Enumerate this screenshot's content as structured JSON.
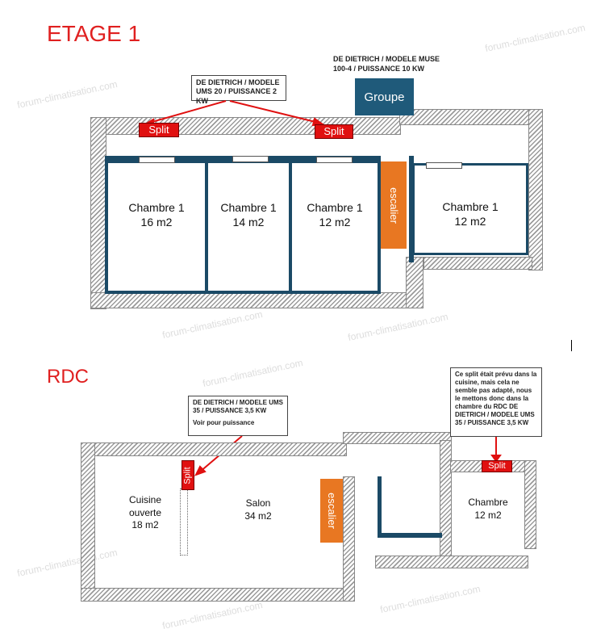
{
  "watermark": "forum-climatisation.com",
  "colors": {
    "accent_red": "#e02020",
    "wall_blue": "#1b4a66",
    "stair_orange": "#e87722",
    "groupe": "#1f5a7a"
  },
  "etage": {
    "title": "ETAGE 1",
    "groupe_label": "Groupe",
    "groupe_note": "DE DIETRICH / MODELE MUSE 100-4 / PUISSANCE 10 KW",
    "split_note": "DE DIETRICH / MODELE UMS 20 / PUISSANCE 2 KW",
    "split_label": "Split",
    "stairs": "escalier",
    "rooms": [
      {
        "name": "Chambre 1",
        "area": "16 m2"
      },
      {
        "name": "Chambre 1",
        "area": "14 m2"
      },
      {
        "name": "Chambre 1",
        "area": "12 m2"
      },
      {
        "name": "Chambre 1",
        "area": "12 m2"
      }
    ]
  },
  "rdc": {
    "title": "RDC",
    "split_note": "DE DIETRICH / MODELE UMS 35 / PUISSANCE 3,5 KW",
    "split_note2": "Voir pour puissance",
    "chambre_note": "Ce split était prévu dans la cuisine, mais cela ne semble pas adapté, nous le mettons donc dans la chambre du RDC DE DIETRICH / MODELE UMS 35 / PUISSANCE 3,5 KW",
    "split_label": "Split",
    "stairs": "escalier",
    "rooms": [
      {
        "name": "Cuisine ouverte",
        "area": "18 m2"
      },
      {
        "name": "Salon",
        "area": "34 m2"
      },
      {
        "name": "Chambre",
        "area": "12 m2"
      }
    ]
  }
}
